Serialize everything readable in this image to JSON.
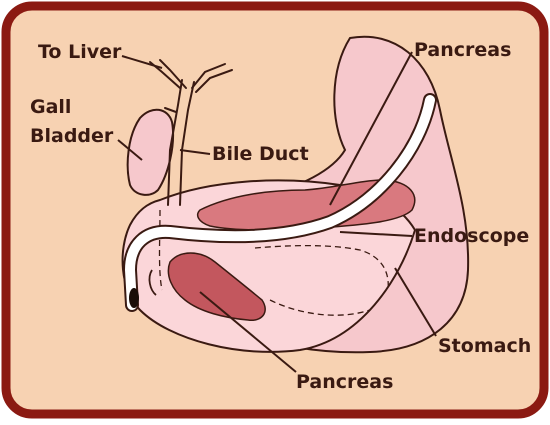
{
  "labels": {
    "to_liver": "To Liver",
    "gall_bladder_line1": "Gall",
    "gall_bladder_line2": "Bladder",
    "bile_duct": "Bile Duct",
    "pancreas_top": "Pancreas",
    "endoscope": "Endoscope",
    "stomach": "Stomach",
    "pancreas_bottom": "Pancreas"
  },
  "colors": {
    "frame_border": "#8b1a12",
    "background": "#f7d2b2",
    "stomach_fill": "#f6c8cc",
    "duodenum_fill": "#fbd6d9",
    "pancreas_fill": "#d9797f",
    "pancreas_dark": "#c3575e",
    "outline": "#3a1a12",
    "endoscope_fill": "#ffffff"
  }
}
